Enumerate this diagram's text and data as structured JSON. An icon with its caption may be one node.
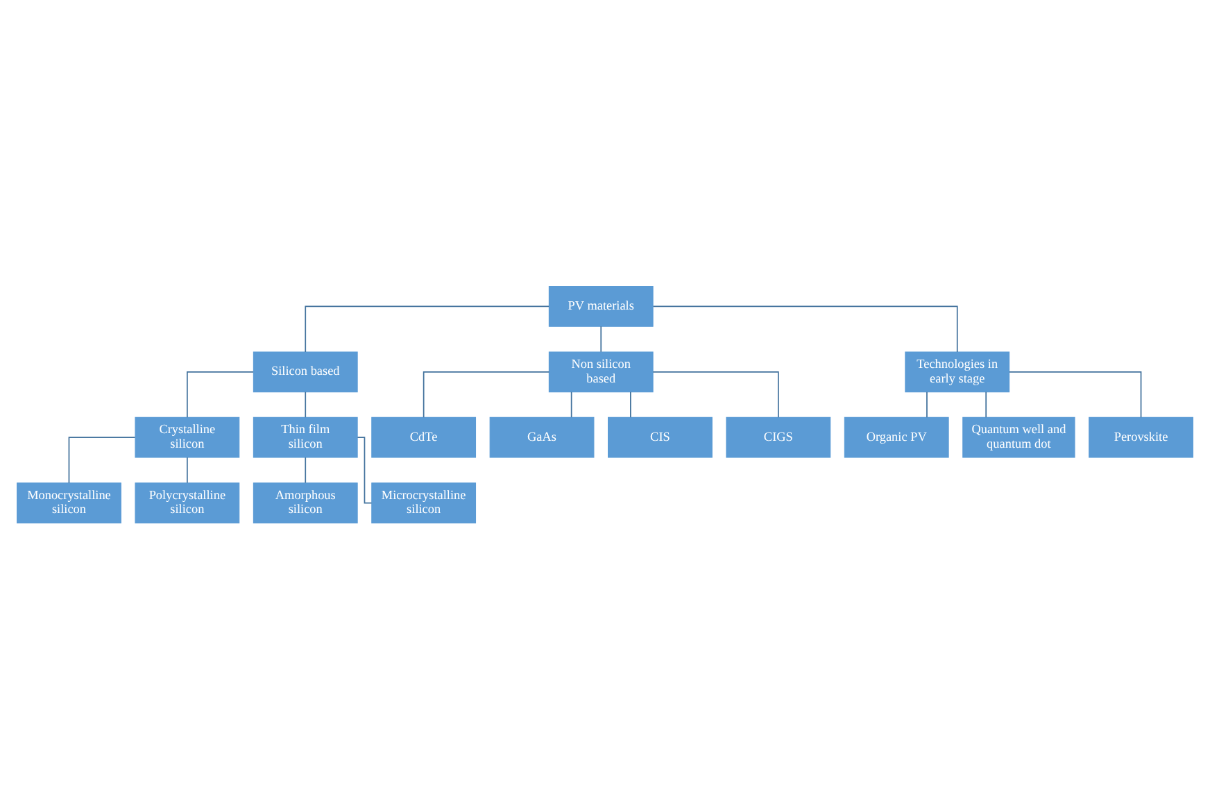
{
  "diagram": {
    "nodes": [
      {
        "text": [
          "PV materials"
        ]
      },
      {
        "text": [
          "Silicon based"
        ]
      },
      {
        "text": [
          "Non silicon based"
        ]
      },
      {
        "text": [
          "Technologies in early stage"
        ]
      },
      {
        "text": [
          "Crystalline silicon"
        ]
      },
      {
        "text": [
          "Thin film silicon"
        ]
      },
      {
        "text": [
          "Monocrystalline silicon"
        ]
      },
      {
        "text": [
          "Polycrystalline silicon"
        ]
      },
      {
        "text": [
          "Amorphous silicon"
        ]
      },
      {
        "text": [
          "Microcrystalline silicon"
        ]
      },
      {
        "text": [
          "CdTe"
        ]
      },
      {
        "text": [
          "GaAs"
        ]
      },
      {
        "text": [
          "CIS"
        ]
      },
      {
        "text": [
          "CIGS"
        ]
      },
      {
        "text": [
          "Organic PV"
        ]
      },
      {
        "text": [
          "Quantum well and quantum dot"
        ]
      },
      {
        "text": [
          "Perovskite"
        ]
      }
    ],
    "edges": [
      {
        "from": 0,
        "to": 1,
        "arrow": "none"
      },
      {
        "from": 0,
        "to": 2,
        "arrow": "none"
      },
      {
        "from": 0,
        "to": 3,
        "arrow": "none"
      },
      {
        "from": 1,
        "to": 4,
        "arrow": "none"
      },
      {
        "from": 1,
        "to": 5,
        "arrow": "none"
      },
      {
        "from": 4,
        "to": 6,
        "arrow": "none"
      },
      {
        "from": 4,
        "to": 7,
        "arrow": "none"
      },
      {
        "from": 5,
        "to": 8,
        "arrow": "none"
      },
      {
        "from": 5,
        "to": 9,
        "arrow": "none"
      },
      {
        "from": 2,
        "to": 10,
        "arrow": "none"
      },
      {
        "from": 2,
        "to": 11,
        "arrow": "none"
      },
      {
        "from": 2,
        "to": 12,
        "arrow": "none"
      },
      {
        "from": 2,
        "to": 13,
        "arrow": "none"
      },
      {
        "from": 3,
        "to": 14,
        "arrow": "none"
      },
      {
        "from": 3,
        "to": 15,
        "arrow": "none"
      },
      {
        "from": 3,
        "to": 16,
        "arrow": "none"
      }
    ]
  }
}
